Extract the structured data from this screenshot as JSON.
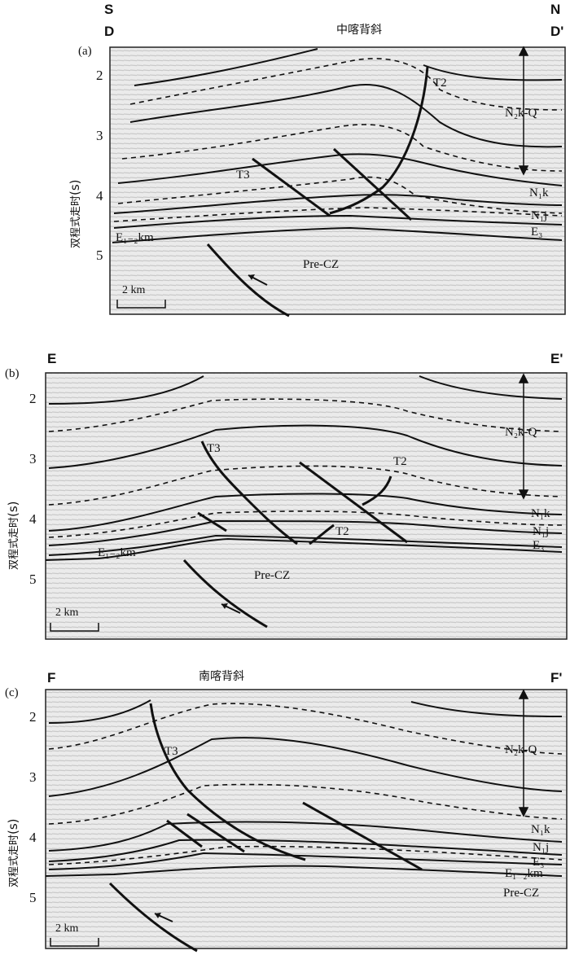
{
  "y_axis": {
    "label_cn": "双程式走时",
    "unit": "(s)",
    "ticks": [
      "2",
      "3",
      "4",
      "5"
    ]
  },
  "scale_bar": "2 km",
  "panels": [
    {
      "letter": "(a)",
      "top_left_dir": "S",
      "top_right_dir": "N",
      "left_label": "D",
      "right_label": "D'",
      "title": "中喀背斜",
      "labels": {
        "t2": "T2",
        "t3": "T3",
        "n2k_q": "N₂k-Q",
        "n1k": "N₁k",
        "n1j": "N₁j",
        "e3": "E₃",
        "e12km": "E₁₋₂km",
        "precz": "Pre-CZ"
      }
    },
    {
      "letter": "(b)",
      "top_left_dir": "",
      "top_right_dir": "",
      "left_label": "E",
      "right_label": "E'",
      "title": "",
      "labels": {
        "t2a": "T2",
        "t2b": "T2",
        "t3": "T3",
        "n2k_q": "N₂k-Q",
        "n1k": "N₁k",
        "n1j": "N₁j",
        "e3": "E₃",
        "e12km": "E₁₋₂km",
        "precz": "Pre-CZ"
      }
    },
    {
      "letter": "(c)",
      "top_left_dir": "",
      "top_right_dir": "",
      "left_label": "F",
      "right_label": "F'",
      "title": "南喀背斜",
      "labels": {
        "t3": "T3",
        "n2k_q": "N₂k-Q",
        "n1k": "N₁k",
        "n1j": "N₁j",
        "e3": "E₃",
        "e12km": "E₁₋₂km",
        "precz": "Pre-CZ"
      }
    }
  ],
  "colors": {
    "line": "#111111",
    "seismic_bg": "#e6e6e6",
    "frame": "#222222"
  }
}
